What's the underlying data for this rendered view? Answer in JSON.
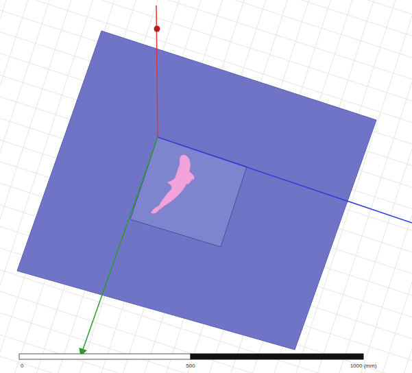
{
  "diagram": {
    "labels": [
      "0",
      "500",
      "1000 (mm)"
    ]
  }
}
